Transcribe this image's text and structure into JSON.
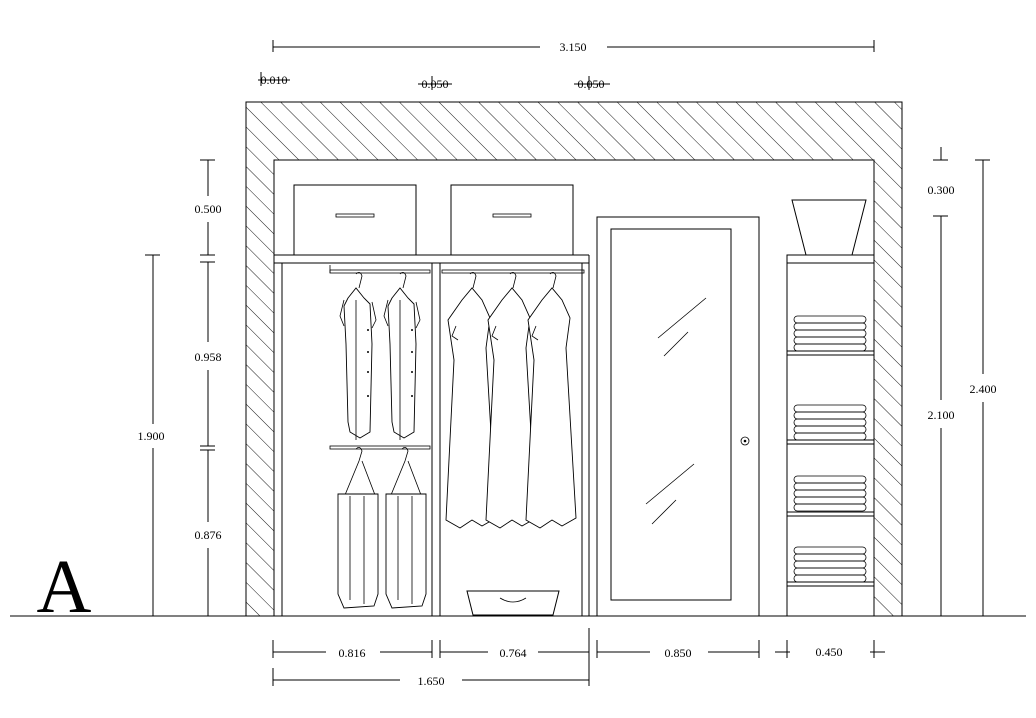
{
  "section_label": "A",
  "dimensions": {
    "overall_width": "3.150",
    "wall_thickness_left": "0.010",
    "gap_mid": "0.050",
    "gap_right": "0.050",
    "box_height": "0.500",
    "upper_hanging": "0.958",
    "lower_hanging": "0.876",
    "left_total_height": "1.900",
    "right_top_gap": "0.300",
    "right_inner_height": "2.100",
    "right_total_height": "2.400",
    "bay1_width": "0.816",
    "bay2_width": "0.764",
    "bay3_width": "0.850",
    "bay4_width": "0.450",
    "bays12_width": "1.650"
  }
}
